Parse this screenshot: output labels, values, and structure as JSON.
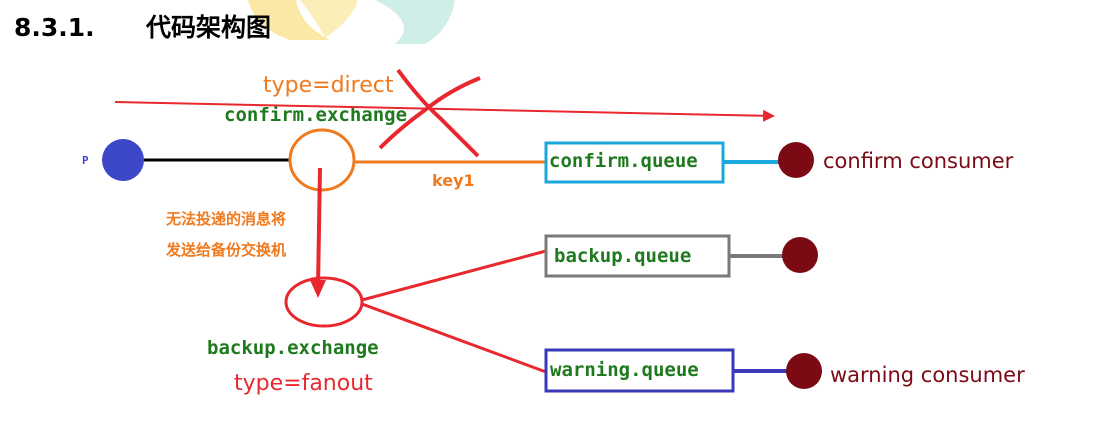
{
  "heading": {
    "number": "8.3.1.",
    "title": "代码架构图"
  },
  "producer": {
    "label": "P"
  },
  "confirm_exchange": {
    "name": "confirm.exchange",
    "type": "type=direct"
  },
  "routing_key": "key1",
  "note": {
    "line1": "无法投递的消息将",
    "line2": "发送给备份交换机"
  },
  "backup_exchange": {
    "name": "backup.exchange",
    "type": "type=fanout"
  },
  "queues": {
    "confirm": "confirm.queue",
    "backup": "backup.queue",
    "warning": "warning.queue"
  },
  "consumers": {
    "confirm": "confirm consumer",
    "warning": "warning consumer"
  },
  "colors": {
    "orange": "#f07a1e",
    "red": "#e8282e",
    "green": "#1f7a1f",
    "confirm_queue_border": "#1aa7dc",
    "backup_queue_border": "#7a7a7a",
    "warning_queue_border": "#3a3ab8",
    "consumer": "#7b0a14",
    "producer": "#3c48c8"
  }
}
